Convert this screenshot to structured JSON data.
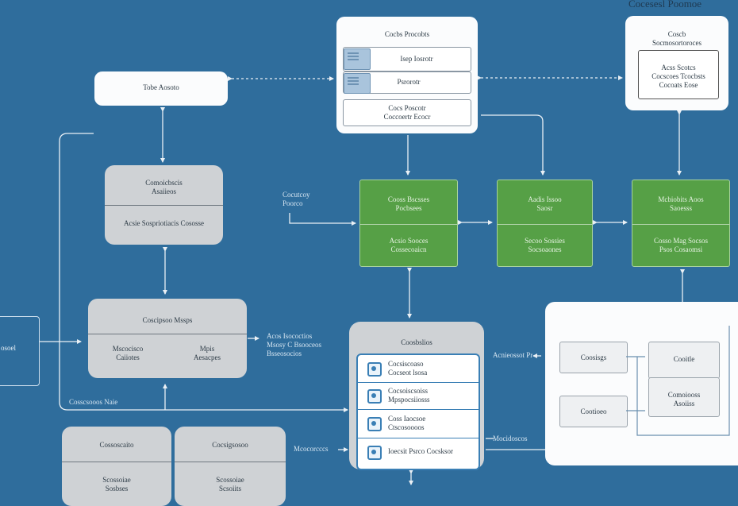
{
  "header": {
    "title": "Cocesesl Poomoe"
  },
  "nodes": {
    "top_left": "Tobe Aosoto",
    "center_top": {
      "title": "Cocbs Procobts",
      "items": [
        "Isep Iosrotr",
        "Psrorotr",
        "Cocs Poscotr\nCoccoertr Ecocr"
      ]
    },
    "right_top": {
      "title": "Coscb\nSocmosortoroces",
      "inner": "Acss Scotcs\nCocscoes Tcocbsts\nCocoats Eose"
    },
    "grey_top": {
      "title": "Comoicbscis\nAsaiieos",
      "bottom": "Acsie Sospriotiacis  Cososse"
    },
    "grey_mid": {
      "title": "Coscipsoo Mssps",
      "left": "Mscocisco\nCaiiotes",
      "right": "Mpis\nAesacpes"
    },
    "grey_bottom_1": {
      "title": "Cossoscaito",
      "bottom": "Scossoiae\nSosbses"
    },
    "grey_bottom_2": {
      "title": "Cocsigsosoo",
      "bottom": "Scossoiae\nScsoiits"
    },
    "green_1": {
      "top": "Cooss Bscsses\nPocbsees",
      "bottom": "Acsio Sooces\nCossecoaicn"
    },
    "green_2": {
      "top": "Aadis Issoo\nSaosr",
      "bottom": "Secoo Sossies\nSocsoaones"
    },
    "green_3": {
      "top": "Mcbiobits Aoos\nSaoesss",
      "bottom": "Cosso Mag Socsos\nPsos Cosaomsi"
    },
    "center_bottom": {
      "title": "Coosbslios",
      "rows": [
        "Cocsiscoaso\nCocseot lsosa",
        "Cocsoiscsoiss\nMpspocsiiosss",
        "Coss Iaocsoe\nCtscosoooos",
        "Ioecsit Psrco Cocsksor"
      ]
    },
    "right_bottom": {
      "a": "Coosisgs",
      "b": "Cootioeo",
      "c": "Cooitle",
      "d": "Comoiooss\nAsoiiss"
    },
    "left_edge": "osoel"
  },
  "labels": {
    "l1": "Cocutcoy\nPoorco",
    "l2": "Acos Isococtios\nMsosy C Bsooceos\nBsseosocios",
    "l3": "Cosscsooos Naie",
    "l4": "Acnieossot Pr",
    "l5": "Mcocorcccs",
    "l6": "Mocidoscos"
  },
  "colors": {
    "background": "#2f6d9c",
    "green": "#56a046",
    "grey": "#cfd2d5",
    "white": "#fbfcfd"
  }
}
